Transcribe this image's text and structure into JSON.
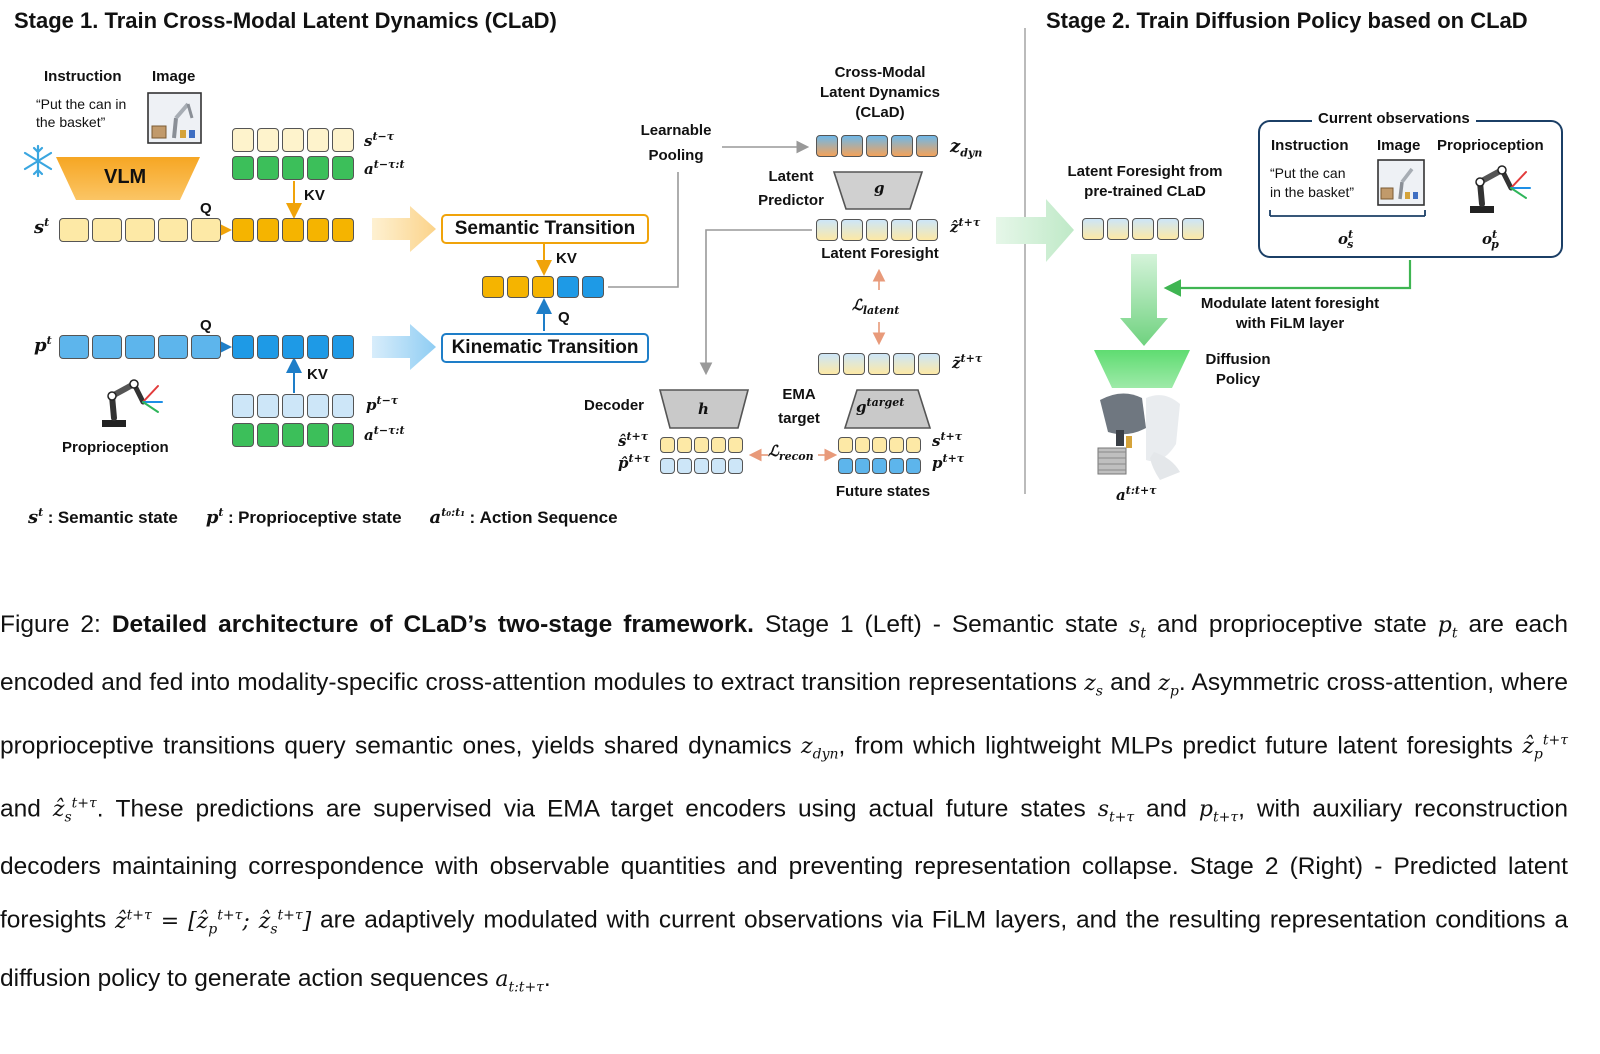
{
  "stage1": {
    "title": "Stage 1. Train Cross-Modal Latent Dynamics (CLaD)",
    "instruction_label": "Instruction",
    "image_label": "Image",
    "instruction_text_1": "“Put the can in",
    "instruction_text_2": "the basket”",
    "vlm_label": "VLM",
    "st_label": "s",
    "st_sup": "t",
    "pt_label": "p",
    "pt_sup": "t",
    "s_past_label": "s",
    "s_past_sup": "t−τ",
    "a_label": "a",
    "a_sup": "t−τ:t",
    "p_past_label": "p",
    "p_past_sup": "t−τ",
    "q_label": "Q",
    "kv_label": "KV",
    "semantic_transition": "Semantic Transition",
    "kinematic_transition": "Kinematic Transition",
    "proprioception_label": "Proprioception",
    "learnable_pooling_1": "Learnable",
    "learnable_pooling_2": "Pooling",
    "clad_title_1": "Cross-Modal",
    "clad_title_2": "Latent Dynamics",
    "clad_title_3": "(CLaD)",
    "z_dyn_label": "z",
    "z_dyn_sub": "dyn",
    "latent_predictor_1": "Latent",
    "latent_predictor_2": "Predictor",
    "g_label": "g",
    "zhat_label": "ẑ",
    "zhat_sup": "t+τ",
    "latent_foresight": "Latent Foresight",
    "l_latent": "ℒ",
    "l_latent_sub": "latent",
    "zbar_label": "z̄",
    "zbar_sup": "t+τ",
    "decoder_label": "Decoder",
    "h_label": "h",
    "ema_1": "EMA",
    "ema_2": "target",
    "gtarget_label": "g",
    "gtarget_sup": "target",
    "shat_label": "ŝ",
    "shat_sup": "t+τ",
    "phat_label": "p̂",
    "phat_sup": "t+τ",
    "l_recon": "ℒ",
    "l_recon_sub": "recon",
    "s_future_label": "s",
    "s_future_sup": "t+τ",
    "p_future_label": "p",
    "p_future_sup": "t+τ",
    "future_states": "Future states",
    "legend": [
      {
        "sym": "s",
        "sup": "t",
        "text": "Semantic state"
      },
      {
        "sym": "p",
        "sup": "t",
        "text": "Proprioceptive state"
      },
      {
        "sym": "a",
        "sup": "t₀:t₁",
        "text": "Action Sequence"
      }
    ],
    "legend_sep": ":"
  },
  "stage2": {
    "title": "Stage 2. Train Diffusion Policy based on CLaD",
    "foresight_1": "Latent Foresight from",
    "foresight_2": "pre-trained CLaD",
    "current_obs": "Current observations",
    "instruction_label": "Instruction",
    "image_label": "Image",
    "proprioception_label": "Proprioception",
    "instruction_text_1": "“Put the can",
    "instruction_text_2": "in the basket”",
    "os_label": "o",
    "os_sup": "t",
    "os_sub": "s",
    "op_label": "o",
    "op_sup": "t",
    "op_sub": "p",
    "modulate_1": "Modulate latent foresight",
    "modulate_2": "with FiLM layer",
    "diffusion_1": "Diffusion",
    "diffusion_2": "Policy",
    "action_label": "a",
    "action_sup": "t:t+τ"
  },
  "caption": {
    "prefix": "Figure 2:",
    "bold": "Detailed architecture of CLaD’s two-stage framework.",
    "t1": "Stage 1 (Left) - Semantic state",
    "t2": "and proprioceptive state",
    "t3": "are each encoded and fed into modality-specific cross-attention modules to extract transition representations",
    "t4": "and",
    "t5": "Asymmetric cross-attention, where proprioceptive transitions query semantic ones, yields shared dynamics",
    "t6": ", from which lightweight MLPs predict future latent foresights",
    "t7": "and",
    "t8": ". These predictions are supervised via EMA target encoders using actual future states",
    "t9": "and",
    "t10": ", with auxiliary reconstruction decoders maintaining correspondence with observable quantities and preventing representation collapse. Stage 2 (Right) - Predicted latent foresights",
    "t11": "are adaptively modulated with current observations via FiLM layers, and the resulting representation conditions a diffusion policy to generate action sequences",
    "t12": "."
  },
  "colors": {
    "semantic_light": "#fde9a6",
    "semantic_dark": "#f5b400",
    "proprio_light": "#cde6f8",
    "proprio_mid": "#5db5ec",
    "proprio_dark": "#1e9ae6",
    "action_green": "#3cbf5a",
    "orange_arrow": "#f0a30a",
    "blue_arrow": "#1e7ec8",
    "green_arrow": "#4cc46a",
    "obs_border": "#1b3f66",
    "trap_gray": "#c9c9c9"
  }
}
